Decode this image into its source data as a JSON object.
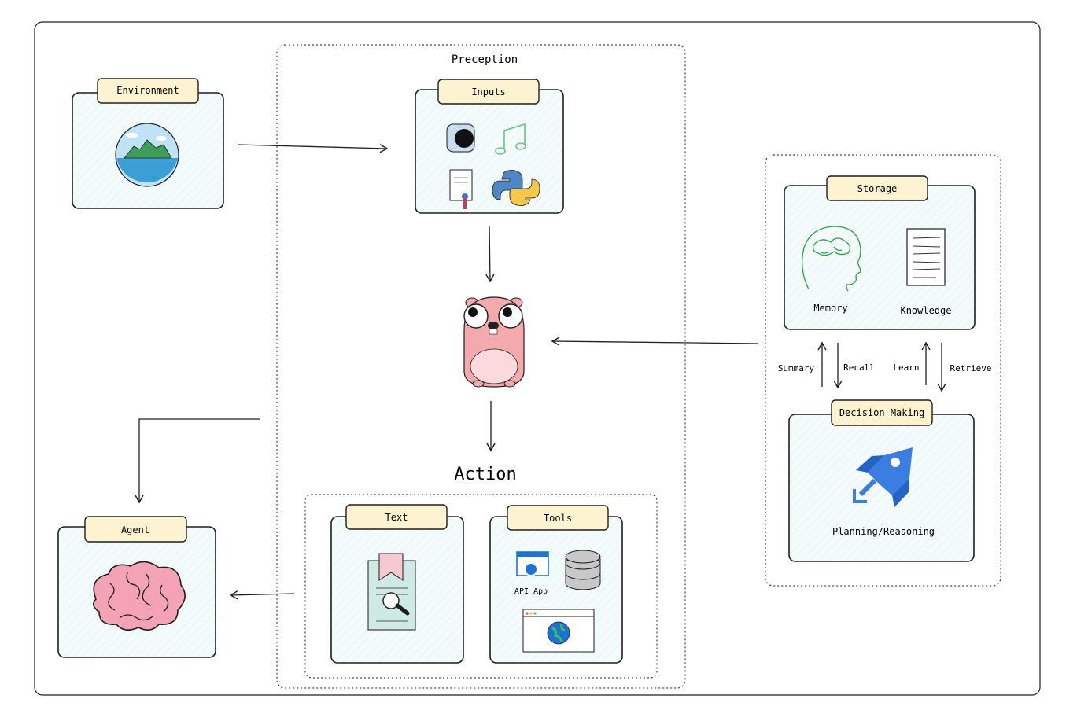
{
  "diagram": {
    "perception_label": "Preception",
    "action_label": "Action",
    "environment": {
      "label": "Environment",
      "icon": "island-icon"
    },
    "inputs": {
      "label": "Inputs",
      "icons": [
        "camera-lens-icon",
        "music-note-icon",
        "document-certificate-icon",
        "python-logo-icon"
      ]
    },
    "agent": {
      "label": "Agent",
      "icon": "brain-icon"
    },
    "core": {
      "icon": "gopher-mascot-icon"
    },
    "text_card": {
      "label": "Text",
      "icon": "document-search-icon"
    },
    "tools_card": {
      "label": "Tools",
      "api_label": "API App",
      "icons": [
        "api-app-icon",
        "database-icon",
        "web-browser-globe-icon"
      ]
    },
    "storage": {
      "label": "Storage",
      "memory_label": "Memory",
      "knowledge_label": "Knowledge"
    },
    "decision": {
      "label": "Decision Making",
      "planning_label": "Planning/Reasoning",
      "icon": "rocket-icon"
    },
    "edges": {
      "summary": "Summary",
      "recall": "Recall",
      "learn": "Learn",
      "retrieve": "Retrieve"
    }
  },
  "colors": {
    "tab_fill": "#fdf3d0",
    "card_fill": "#f4fbfb",
    "stroke": "#1e1e1e",
    "gopher_pink": "#f4a9ad",
    "brain_pink": "#f4a3b4",
    "rocket_blue": "#3a7ee2",
    "memory_green": "#2f9e44"
  }
}
